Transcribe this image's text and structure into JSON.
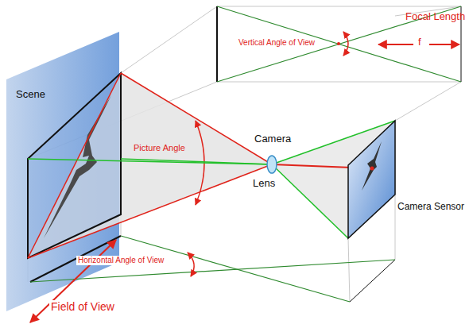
{
  "diagram": {
    "labels": [
      "Scene",
      "Picture Angle",
      "Camera",
      "Lens",
      "Camera Sensor",
      "Vertical Angle of View",
      "Focal Length",
      "f",
      "Horizontal Angle of View",
      "Field of View"
    ]
  }
}
